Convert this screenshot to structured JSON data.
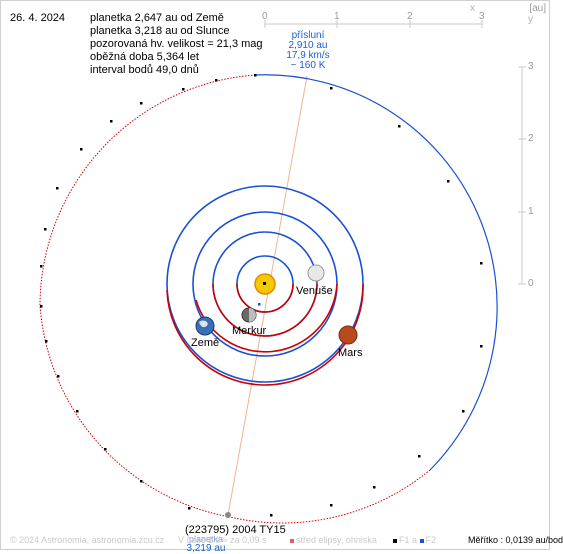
{
  "date": "26. 4. 2024",
  "info": [
    "planetka 2,647 au od Země",
    "planetka 3,218 au od Slunce",
    "pozorovaná hv. velikost = 21,3 mag",
    "oběžná doba 5,364 let",
    "interval bodů 49,0 dnů"
  ],
  "axes": {
    "unit": "[au]",
    "corner_x": "x",
    "corner_y": "y",
    "x_ticks": [
      "0",
      "1",
      "2",
      "3"
    ],
    "y_ticks": [
      "3",
      "2",
      "1",
      "0"
    ]
  },
  "perihelion": {
    "label": "přísluní",
    "distance": "2,910 au",
    "speed": "17,9 km/s",
    "temperature": "~ 160 K"
  },
  "planets": {
    "venus": "Venuše",
    "mercury": "Merkur",
    "earth": "Země",
    "mars": "Mars"
  },
  "asteroid": {
    "name": "(223795) 2004 TY15",
    "distance_label": "3,219 au",
    "faint_label": "planetka"
  },
  "footer": {
    "copyright": "© 2024 Astronomia, astronomia.zcu.cz",
    "note": "V čase 1 s ≈ za 0,09 s",
    "legend_center": "střed elipsy, ohniska",
    "legend_f1": "F1 a",
    "legend_f2": "F2",
    "scale": "Měřítko : 0,0139 au/bod"
  },
  "colors": {
    "orbit_blue": "#1a4fd6",
    "orbit_red": "#cc0000",
    "perihelion_line": "#f3b38a",
    "label_blue": "#1a5fd4"
  }
}
